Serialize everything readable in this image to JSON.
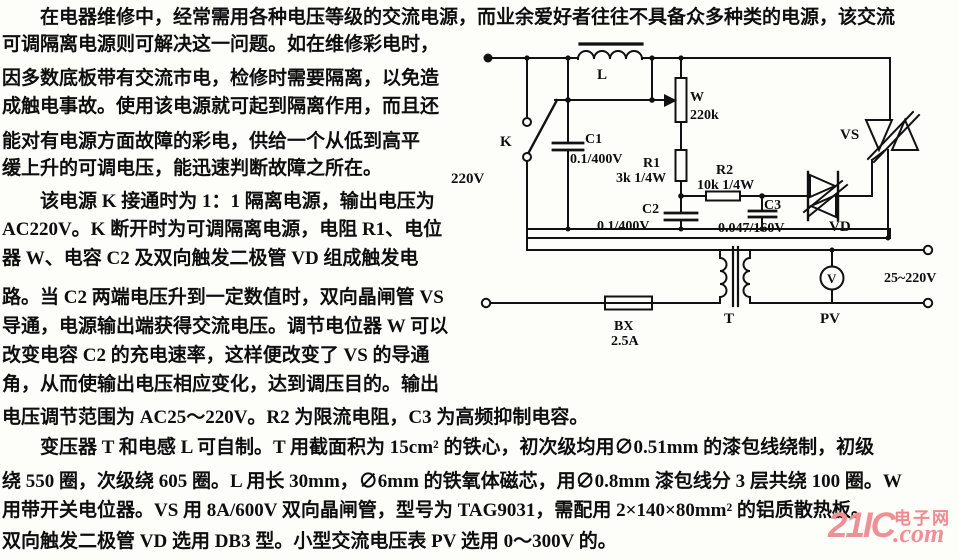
{
  "document": {
    "lines": [
      "在电器维修中，经常需用各种电压等级的交流电源，而业余爱好者往往不具备众多种类的电源，该交流",
      "可调隔离电源则可解决这一问题。如在维修彩电时，",
      "因多数底板带有交流市电，检修时需要隔离，以免造",
      "成触电事故。使用该电源就可起到隔离作用，而且还",
      "能对有电源方面故障的彩电，供给一个从低到高平",
      "缓上升的可调电压，能迅速判断故障之所在。",
      "该电源 K 接通时为 1：1 隔离电源，输出电压为",
      "AC220V。K 断开时为可调隔离电源，电阻 R1、电位",
      "器 W、电容 C2 及双向触发二极管 VD 组成触发电",
      "路。当 C2 两端电压升到一定数值时，双向晶闸管 VS",
      "导通，电源输出端获得交流电压。调节电位器 W 可以",
      "改变电容 C2 的充电速率，这样便改变了 VS 的导通",
      "角，从而使输出电压相应变化，达到调压目的。输出",
      "电压调节范围为 AC25～220V。R2 为限流电阻，C3 为高频抑制电容。",
      "变压器 T 和电感 L 可自制。T 用截面积为 15cm² 的铁心，初次级均用∅0.51mm 的漆包线绕制，初级",
      "绕 550 圈，次级绕 605 圈。L 用长 30mm，∅6mm 的铁氧体磁芯，用∅0.8mm 漆包线分 3 层共绕 100 圈。W",
      "用带开关电位器。VS 用 8A/600V 双向晶闸管，型号为 TAG9031，需配用 2×140×80mm² 的铝质散热板。",
      "双向触发二极管 VD 选用 DB3 型。小型交流电压表 PV 选用 0～300V 的。"
    ]
  },
  "circuit": {
    "labels": {
      "k": "K",
      "input_voltage": "220V",
      "l": "L",
      "c1_name": "C1",
      "c1_value": "0.1/400V",
      "w_name": "W",
      "w_value": "220k",
      "r1_name": "R1",
      "r1_value": "3k 1/4W",
      "r2_name": "R2",
      "r2_value": "10k 1/4W",
      "c2_name": "C2",
      "c2_value": "0.1/400V",
      "c3_name": "C3",
      "c3_value": "0.047/160V",
      "vs": "VS",
      "vd": "VD",
      "fuse_name": "BX",
      "fuse_value": "2.5A",
      "t": "T",
      "pv": "PV",
      "meter_symbol": "V",
      "output_range": "25~220V"
    }
  },
  "watermark": {
    "brand": "21IC",
    "cn": "电子网",
    "com": ".com"
  }
}
